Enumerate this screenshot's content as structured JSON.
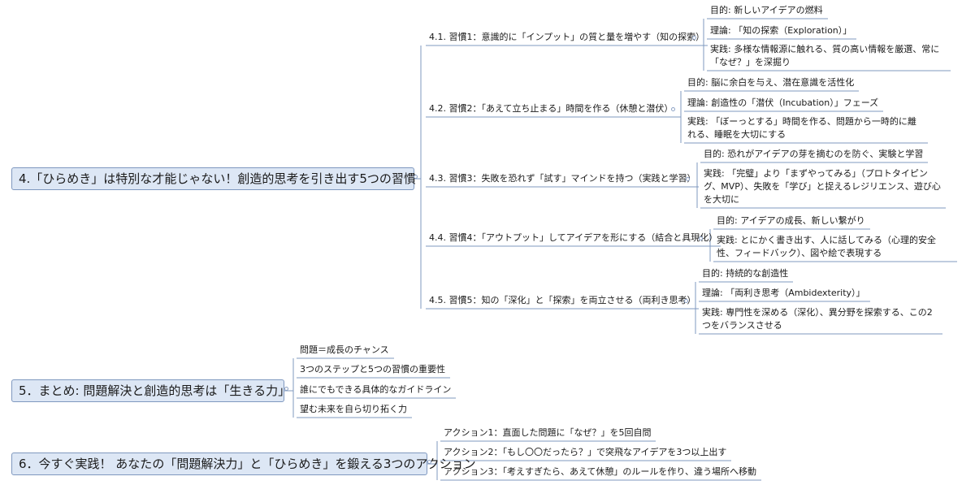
{
  "mindmap": {
    "sections": [
      {
        "title": "4.「ひらめき」は特別な才能じゃない！創造的思考を引き出す5つの習慣",
        "habits": [
          {
            "label": "4.1. 習慣1：意識的に「インプット」の質と量を増やす（知の探索）",
            "details": [
              "目的: 新しいアイデアの燃料",
              "理論: 「知の探索（Exploration）」",
              "実践: 多様な情報源に触れる、質の高い情報を厳選、常に「なぜ？」を深掘り"
            ]
          },
          {
            "label": "4.2. 習慣2：「あえて立ち止まる」時間を作る（休憩と潜伏）",
            "details": [
              "目的: 脳に余白を与え、潜在意識を活性化",
              "理論: 創造性の「潜伏（Incubation）」フェーズ",
              "実践: 「ぼーっとする」時間を作る、問題から一時的に離れる、睡眠を大切にする"
            ]
          },
          {
            "label": "4.3. 習慣3：失敗を恐れず「試す」マインドを持つ（実践と学習）",
            "details": [
              "目的: 恐れがアイデアの芽を摘むのを防ぐ、実験と学習",
              "実践: 「完璧」より「まずやってみる」（プロトタイピング、MVP）、失敗を「学び」と捉えるレジリエンス、遊び心を大切に"
            ]
          },
          {
            "label": "4.4. 習慣4：「アウトプット」してアイデアを形にする（結合と具現化）",
            "details": [
              "目的: アイデアの成長、新しい繋がり",
              "実践: とにかく書き出す、人に話してみる（心理的安全性、フィードバック）、図や絵で表現する"
            ]
          },
          {
            "label": "4.5. 習慣5：知の「深化」と「探索」を両立させる（両利き思考）",
            "details": [
              "目的: 持続的な創造性",
              "理論: 「両利き思考（Ambidexterity）」",
              "実践: 専門性を深める（深化）、異分野を探索する、この2つをバランスさせる"
            ]
          }
        ]
      },
      {
        "title": "5．まとめ: 問題解決と創造的思考は「生きる力」",
        "items": [
          "問題＝成長のチャンス",
          "3つのステップと5つの習慣の重要性",
          "誰にでもできる具体的なガイドライン",
          "望む未来を自ら切り拓く力"
        ]
      },
      {
        "title": "6．今すぐ実践！ あなたの「問題解決力」と「ひらめき」を鍛える3つのアクション",
        "items": [
          "アクション1：直面した問題に「なぜ？」を5回自問",
          "アクション2：「もし〇〇だったら？」で突飛なアイデアを3つ以上出す",
          "アクション3：「考えすぎたら、あえて休憩」のルールを作り、違う場所へ移動"
        ]
      }
    ],
    "colors": {
      "line": "#7f98bf",
      "root_fill": "#dde7f5",
      "root_border": "#7f98bf",
      "text": "#1a1a1a"
    }
  }
}
